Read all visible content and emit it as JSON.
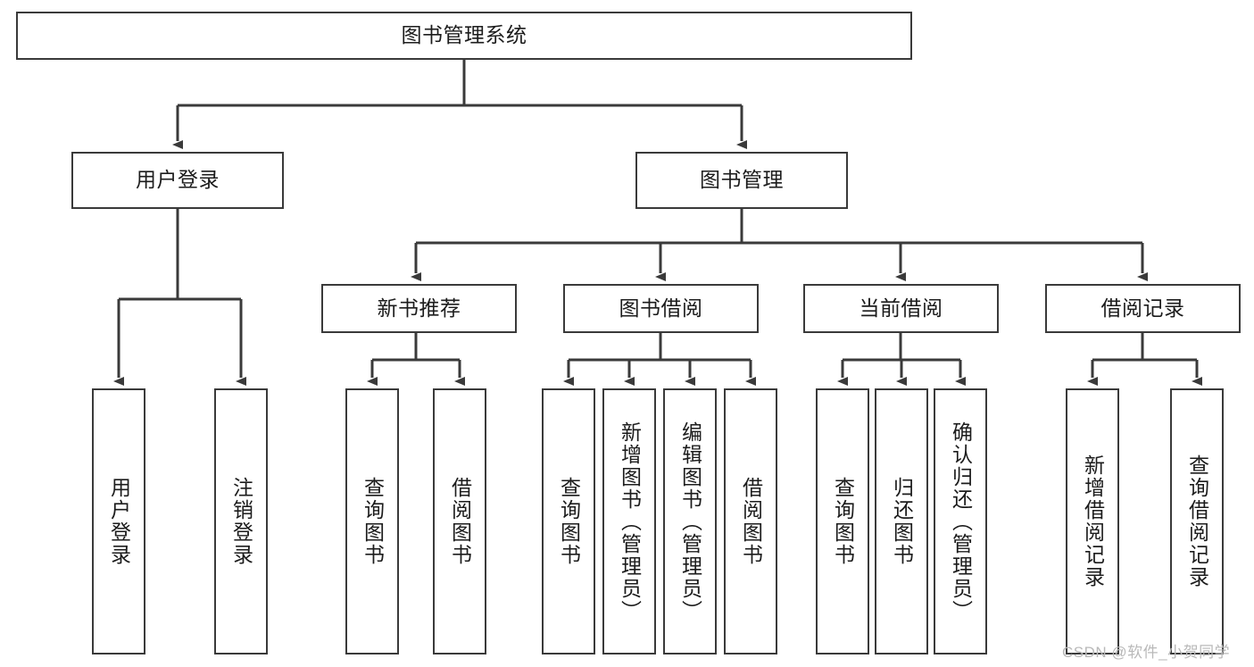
{
  "diagram": {
    "title": "图书管理系统",
    "type": "tree-hierarchy",
    "root": {
      "id": "root",
      "label": "图书管理系统"
    },
    "level2": [
      {
        "id": "user-login",
        "label": "用户登录"
      },
      {
        "id": "book-management",
        "label": "图书管理"
      }
    ],
    "level3": [
      {
        "id": "new-book-recommend",
        "label": "新书推荐",
        "parent": "book-management"
      },
      {
        "id": "book-borrow",
        "label": "图书借阅",
        "parent": "book-management"
      },
      {
        "id": "current-borrow",
        "label": "当前借阅",
        "parent": "book-management"
      },
      {
        "id": "borrow-record",
        "label": "借阅记录",
        "parent": "book-management"
      }
    ],
    "leaves": [
      {
        "id": "leaf-user-login",
        "label": "用户登录",
        "parent": "user-login"
      },
      {
        "id": "leaf-logout-login",
        "label": "注销登录",
        "parent": "user-login"
      },
      {
        "id": "leaf-query-book-1",
        "label": "查询图书",
        "parent": "new-book-recommend"
      },
      {
        "id": "leaf-borrow-book-1",
        "label": "借阅图书",
        "parent": "new-book-recommend"
      },
      {
        "id": "leaf-query-book-2",
        "label": "查询图书",
        "parent": "book-borrow"
      },
      {
        "id": "leaf-add-book",
        "label": "新增图书（管理员）",
        "parent": "book-borrow"
      },
      {
        "id": "leaf-edit-book",
        "label": "编辑图书（管理员）",
        "parent": "book-borrow"
      },
      {
        "id": "leaf-borrow-book-2",
        "label": "借阅图书",
        "parent": "book-borrow"
      },
      {
        "id": "leaf-query-book-3",
        "label": "查询图书",
        "parent": "current-borrow"
      },
      {
        "id": "leaf-return-book",
        "label": "归还图书",
        "parent": "current-borrow"
      },
      {
        "id": "leaf-confirm-return",
        "label": "确认归还（管理员）",
        "parent": "current-borrow"
      },
      {
        "id": "leaf-add-record",
        "label": "新增借阅记录",
        "parent": "borrow-record"
      },
      {
        "id": "leaf-query-record",
        "label": "查询借阅记录",
        "parent": "borrow-record"
      }
    ],
    "colors": {
      "stroke": "#3a3a3a",
      "fill": "#ffffff",
      "text": "#1c1c1c",
      "watermark": "#b9b9b9"
    }
  },
  "watermark": {
    "text": "CSDN @软件_小贺同学"
  }
}
